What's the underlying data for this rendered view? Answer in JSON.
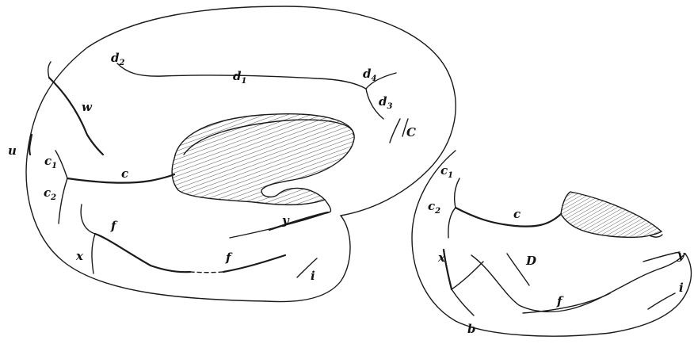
{
  "colors": {
    "ink": "#1a1a1a",
    "hatch": "#555555",
    "background": "#ffffff"
  },
  "figure_left": {
    "labels": {
      "d2": {
        "base": "d",
        "sub": "2"
      },
      "d1": {
        "base": "d",
        "sub": "1"
      },
      "d4": {
        "base": "d",
        "sub": "4"
      },
      "d3": {
        "base": "d",
        "sub": "3"
      },
      "w": {
        "base": "w"
      },
      "C": {
        "base": "C"
      },
      "u": {
        "base": "u"
      },
      "c1": {
        "base": "c",
        "sub": "1"
      },
      "c": {
        "base": "c"
      },
      "c2": {
        "base": "c",
        "sub": "2"
      },
      "f_upper": {
        "base": "f"
      },
      "x": {
        "base": "x"
      },
      "f_lower": {
        "base": "f"
      },
      "y": {
        "base": "y"
      },
      "i": {
        "base": "i"
      }
    }
  },
  "figure_right": {
    "labels": {
      "c1": {
        "base": "c",
        "sub": "1"
      },
      "c2": {
        "base": "c",
        "sub": "2"
      },
      "c": {
        "base": "c"
      },
      "x": {
        "base": "x"
      },
      "D": {
        "base": "D"
      },
      "y": {
        "base": "y"
      },
      "f": {
        "base": "f"
      },
      "i": {
        "base": "i"
      },
      "b": {
        "base": "b"
      }
    }
  }
}
